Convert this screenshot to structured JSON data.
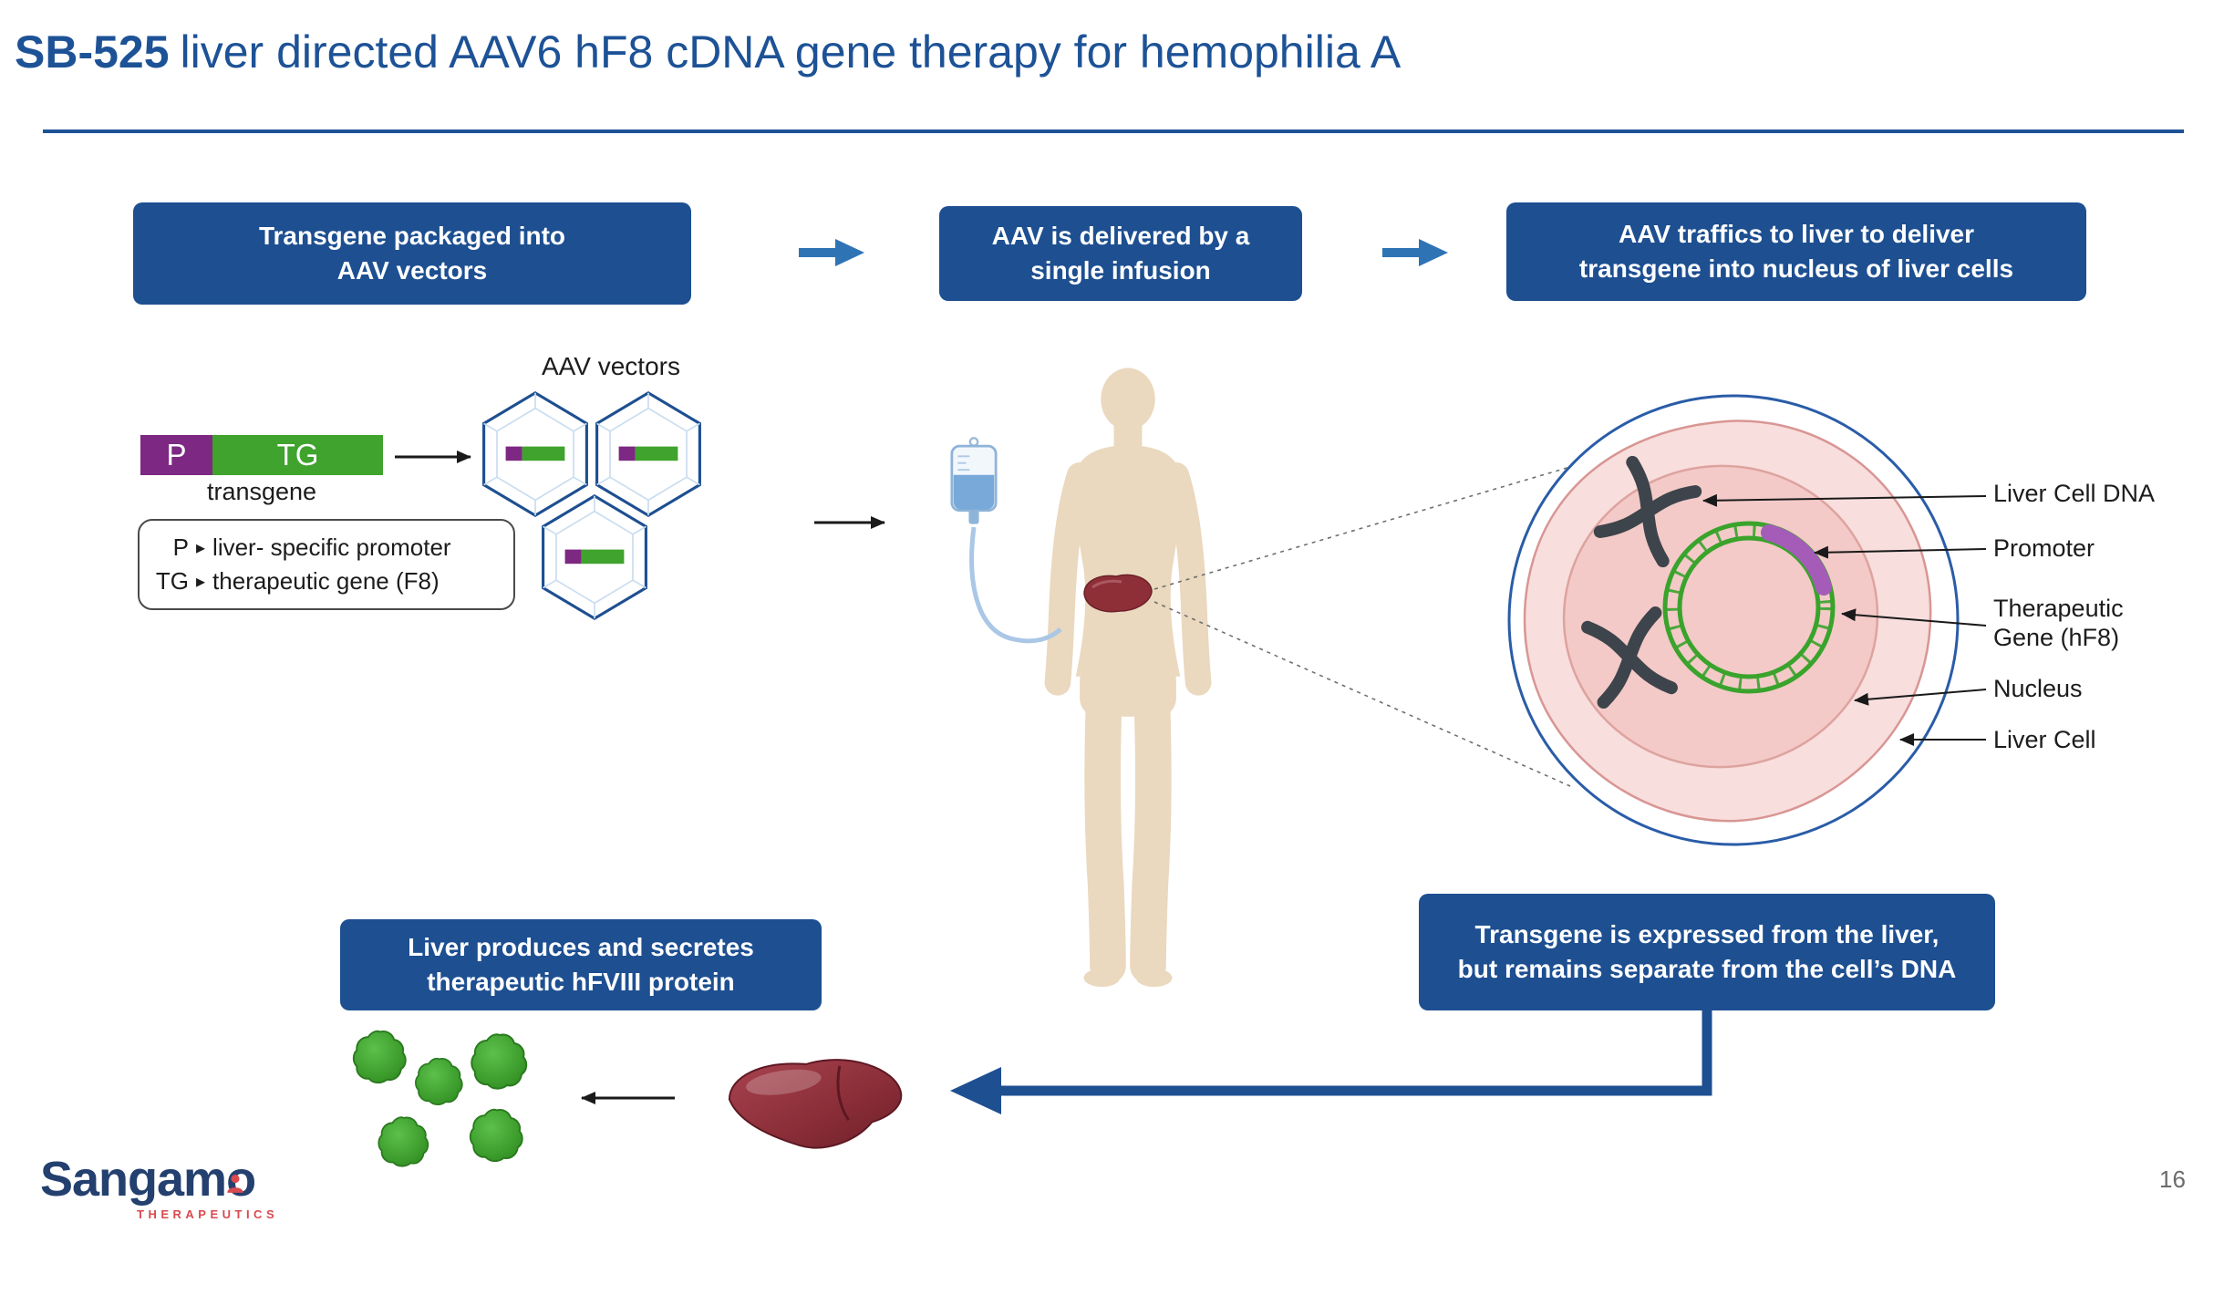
{
  "slide": {
    "title_bold": "SB-525",
    "title_rest": "liver directed AAV6 hF8 cDNA gene therapy for hemophilia A",
    "page_number": "16"
  },
  "step_boxes": {
    "box1": [
      "Transgene packaged into",
      "AAV vectors"
    ],
    "box2": [
      "AAV is delivered by a",
      "single infusion"
    ],
    "box3": [
      "AAV traffics to liver to deliver",
      "transgene into nucleus of liver cells"
    ]
  },
  "vector_section": {
    "heading": "AAV vectors",
    "promoter_key": "P",
    "gene_key": "TG",
    "caption": "transgene",
    "bullet": "▸",
    "legend": [
      {
        "key": "P",
        "text": "liver- specific promoter"
      },
      {
        "key": "TG",
        "text": "therapeutic gene (F8)"
      }
    ]
  },
  "cell_diagram": {
    "labels": [
      "Liver Cell DNA",
      "Promoter",
      "Therapeutic Gene (hF8)",
      "Nucleus",
      "Liver Cell"
    ]
  },
  "callouts": {
    "produce": [
      "Liver produces and secretes",
      "therapeutic hFVIII protein"
    ],
    "express": [
      "Transgene is expressed from the liver,",
      "but remains separate from the cell’s DNA"
    ]
  },
  "logo": {
    "brand": "Sangamo",
    "sub": "THERAPEUTICS"
  },
  "colors": {
    "accent_blue": "#1d4f91",
    "promoter_purple": "#7d2882",
    "gene_green": "#3fa32d",
    "body_tan": "#ead8bf",
    "cell_pink": "#f3cac8",
    "liver_red": "#8e2f38",
    "logo_navy": "#23406f",
    "logo_red": "#d94a4e"
  }
}
